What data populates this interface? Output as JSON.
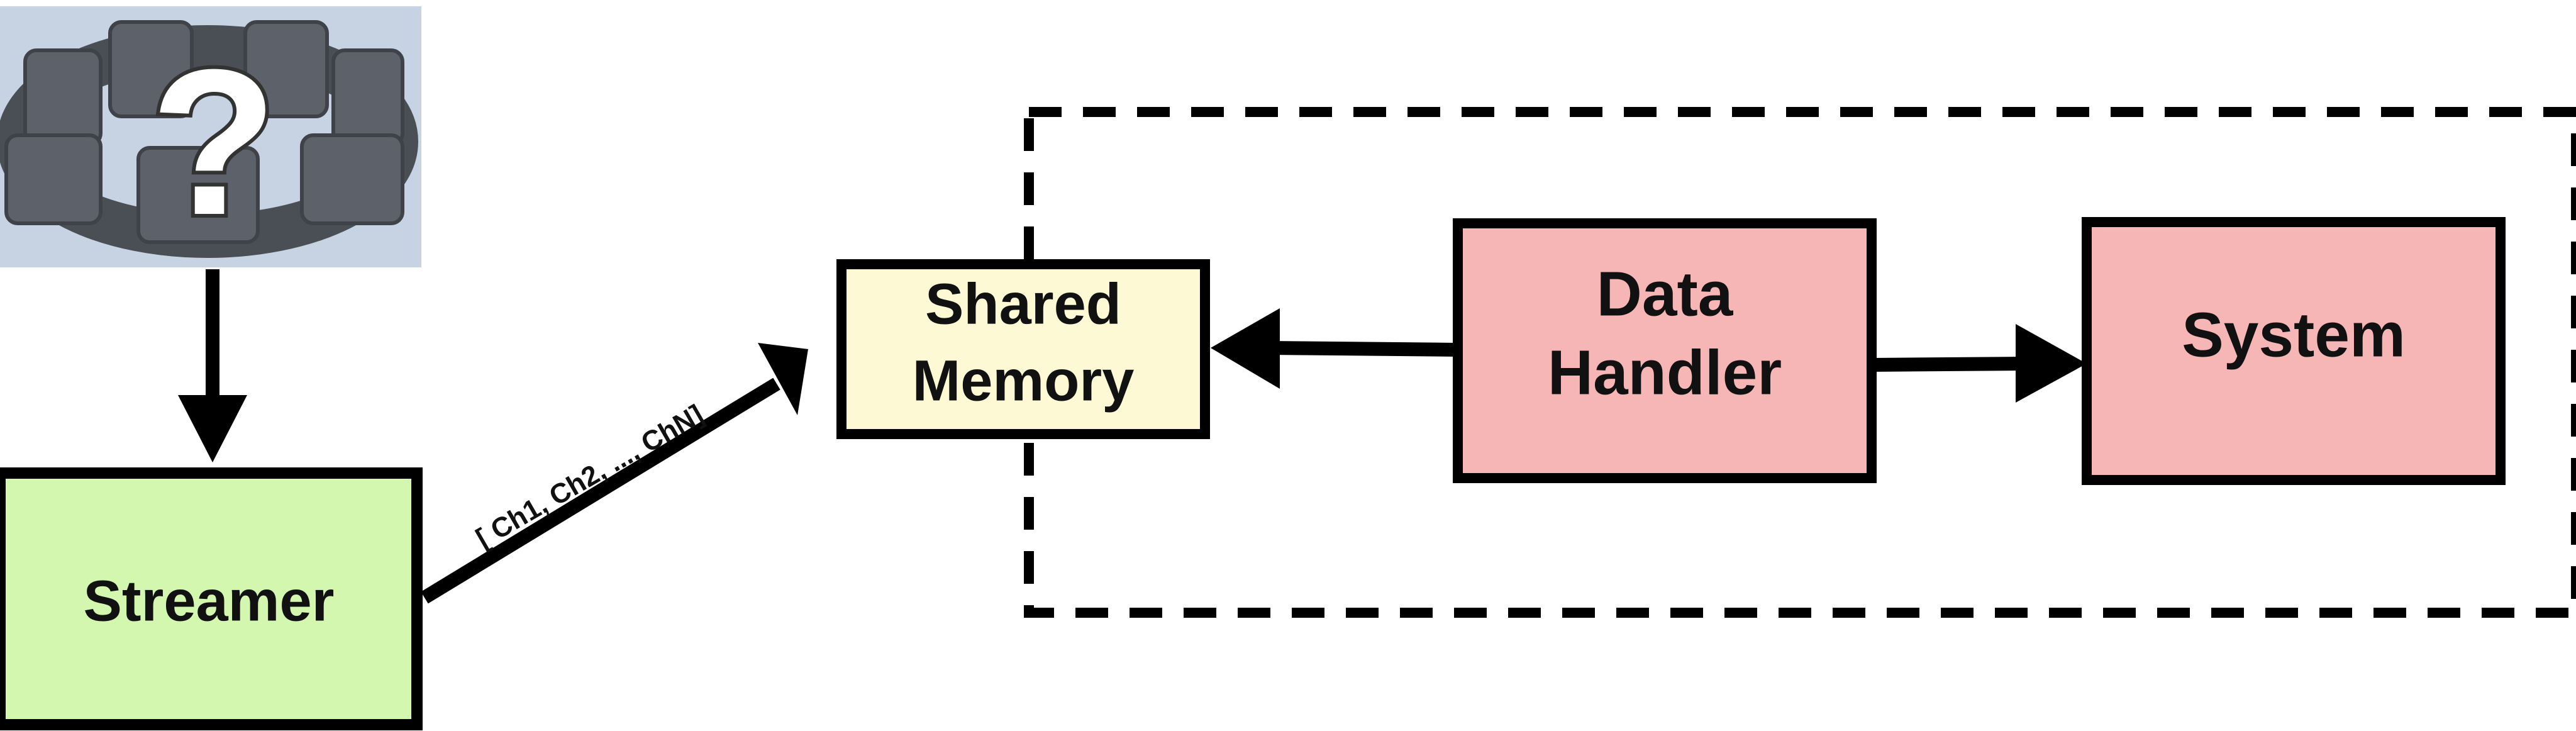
{
  "nodes": {
    "streamer": {
      "label": "Streamer",
      "fill": "#d4f7b0"
    },
    "shared_memory": {
      "line1": "Shared",
      "line2": "Memory",
      "fill": "#fdf9d4"
    },
    "data_handler": {
      "line1": "Data",
      "line2": "Handler",
      "fill": "#f7b6b6"
    },
    "system": {
      "label": "System",
      "fill": "#f7b6b6"
    }
  },
  "device_image": {
    "icon": "armband-sensor-device",
    "overlay_text": "?"
  },
  "edges": {
    "streamer_to_memory": {
      "label": "[ Ch1, Ch2, ..., ChN]"
    }
  },
  "colors": {
    "stroke": "#000000",
    "device_bg": "#c7d3e2",
    "device_dark": "#5d6169"
  }
}
